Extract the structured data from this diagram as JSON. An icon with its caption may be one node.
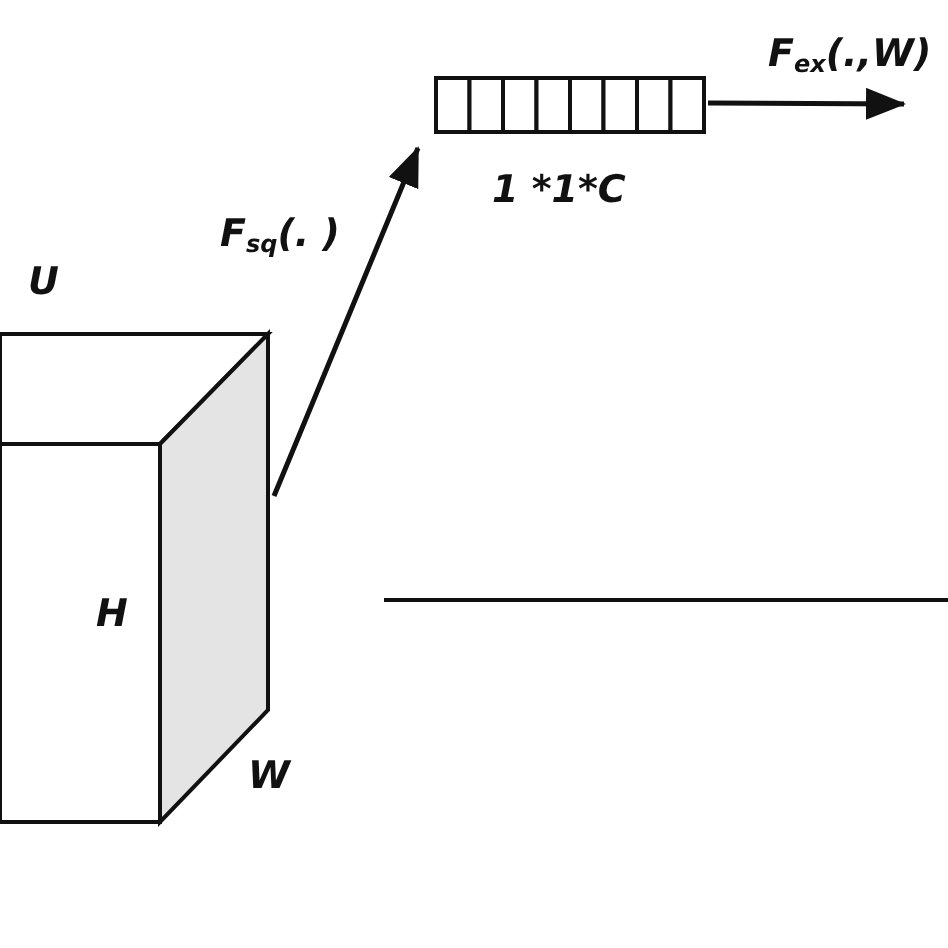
{
  "diagram": {
    "nodes": [
      {
        "text": [],
        "shape": "box"
      },
      {
        "text": [],
        "shape": "bar",
        "beside": [
          "1 *1*C"
        ]
      }
    ],
    "edges": [
      {
        "from": 0,
        "to": 1,
        "arrow": "to",
        "label": "F$_{sq}$(. )"
      },
      {
        "from": 1,
        "to": null,
        "arrow": "to",
        "label": "F$_{ex}$(.,W)"
      }
    ],
    "labels": [
      "U",
      "H",
      "W"
    ]
  }
}
